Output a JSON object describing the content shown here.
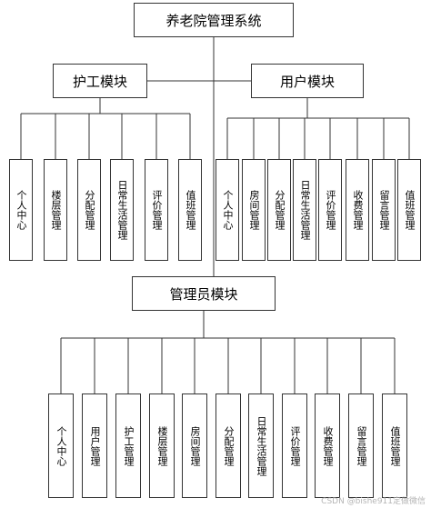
{
  "title": "养老院管理系统",
  "modules": {
    "nurse": {
      "label": "护工模块",
      "items": [
        "个人中心",
        "楼层管理",
        "分配管理",
        "日常生活管理",
        "评价管理",
        "值班管理"
      ]
    },
    "user": {
      "label": "用户模块",
      "items": [
        "个人中心",
        "房间管理",
        "分配管理",
        "日常生活管理",
        "评价管理",
        "收费管理",
        "留言管理",
        "值班管理"
      ]
    },
    "admin": {
      "label": "管理员模块",
      "items": [
        "个人中心",
        "用户管理",
        "护工管理",
        "楼层管理",
        "房间管理",
        "分配管理",
        "日常生活管理",
        "评价管理",
        "收费管理",
        "留言管理",
        "值班管理"
      ]
    }
  },
  "watermark": "CSDN @bishe911定做微信"
}
